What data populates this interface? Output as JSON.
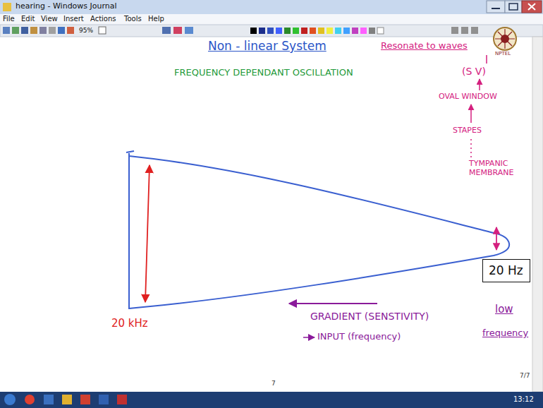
{
  "diagram": {
    "nodes": [
      {
        "text": [
          "20 Hz"
        ]
      }
    ],
    "labels": [
      "hearing - Windows Journal",
      "File",
      "Edit",
      "View",
      "Insert",
      "Actions",
      "Tools",
      "Help",
      "95%",
      "Non - linear System",
      "Resonate to waves",
      "FREQUENCY DEPENDANT OSCILLATION",
      "(S V)",
      "OVAL WINDOW",
      "STAPES",
      "TYMPANIC MEMBRANE",
      "20 kHz",
      "GRADIENT (SENSTIVITY)",
      "INPUT (frequency)",
      "low",
      "frequency",
      "NPTEL",
      "7/7",
      "7",
      "13:12"
    ]
  }
}
